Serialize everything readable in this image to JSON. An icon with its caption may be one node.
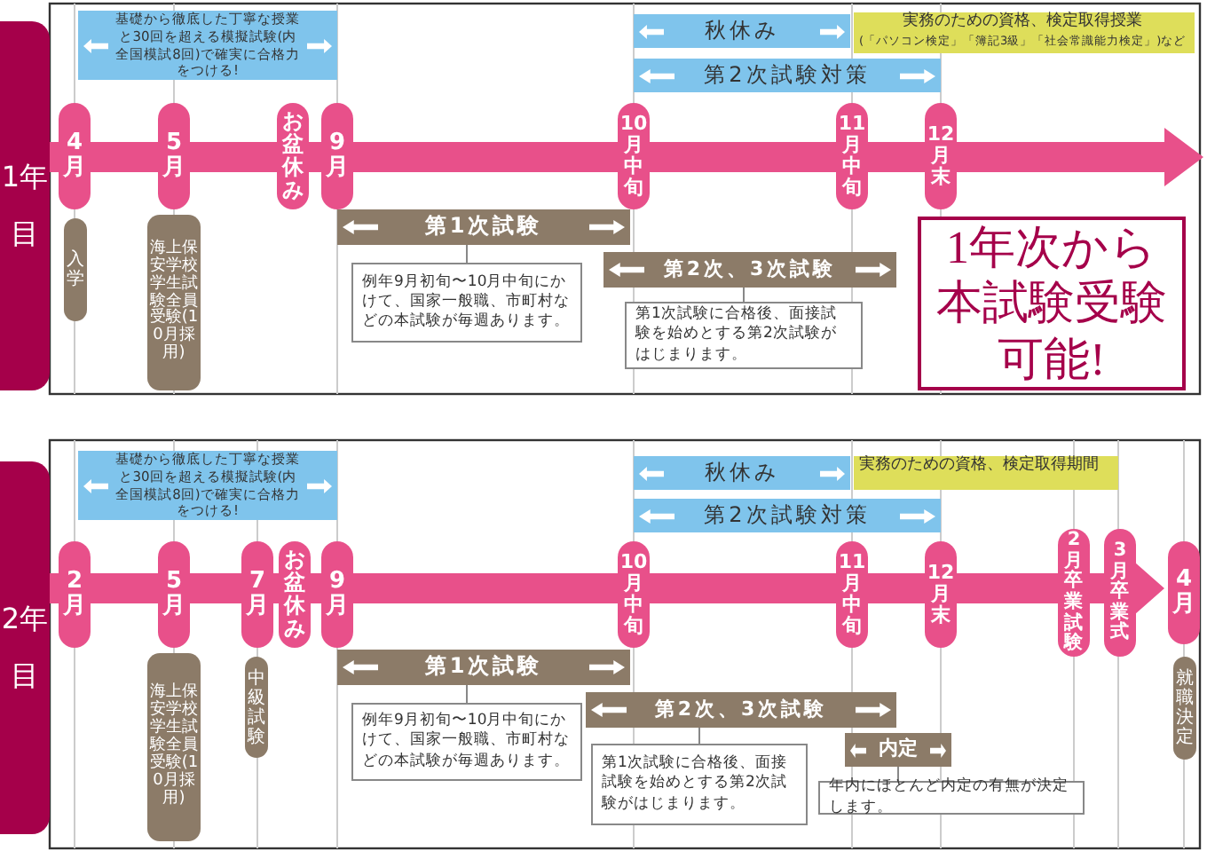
{
  "diagram": {
    "nodes": [
      {
        "text": [
          "1年目"
        ]
      },
      {
        "text": [
          "基礎から徹底した丁寧な授業と30回を超える模擬試験(内全国模試8回)で確実に合格力をつける!"
        ]
      },
      {
        "text": [
          "秋休み"
        ]
      },
      {
        "text": [
          "実務のための資格、検定取得授業",
          "(「パソコン検定」「簿記3級」「社会常識能力検定」)など"
        ]
      },
      {
        "text": [
          "第2次試験対策"
        ]
      },
      {
        "text": [
          "4月"
        ]
      },
      {
        "text": [
          "5月"
        ]
      },
      {
        "text": [
          "お盆休み"
        ]
      },
      {
        "text": [
          "9月"
        ]
      },
      {
        "text": [
          "10月中旬"
        ]
      },
      {
        "text": [
          "11月中旬"
        ]
      },
      {
        "text": [
          "12月末"
        ]
      },
      {
        "text": [
          "入学"
        ]
      },
      {
        "text": [
          "海上保安学校学生試験全員受験(10月採用)"
        ]
      },
      {
        "text": [
          "第1次試験"
        ]
      },
      {
        "text": [
          "例年9月初旬〜10月中旬にかけて、国家一般職、市町村などの本試験が毎週あります。"
        ]
      },
      {
        "text": [
          "第2次、3次試験"
        ]
      },
      {
        "text": [
          "第1次試験に合格後、面接試験を始めとする第2次試験がはじまります。"
        ]
      },
      {
        "text": [
          "1年次から本試験受験可能!"
        ]
      },
      {
        "text": [
          "2年目"
        ]
      },
      {
        "text": [
          "基礎から徹底した丁寧な授業と30回を超える模擬試験(内全国模試8回)で確実に合格力をつける!"
        ]
      },
      {
        "text": [
          "秋休み"
        ]
      },
      {
        "text": [
          "実務のための資格、検定取得期間"
        ]
      },
      {
        "text": [
          "第2次試験対策"
        ]
      },
      {
        "text": [
          "2月"
        ]
      },
      {
        "text": [
          "5月"
        ]
      },
      {
        "text": [
          "7月"
        ]
      },
      {
        "text": [
          "お盆休み"
        ]
      },
      {
        "text": [
          "9月"
        ]
      },
      {
        "text": [
          "10月中旬"
        ]
      },
      {
        "text": [
          "11月中旬"
        ]
      },
      {
        "text": [
          "12月末"
        ]
      },
      {
        "text": [
          "2月卒業試験"
        ]
      },
      {
        "text": [
          "3月卒業式"
        ]
      },
      {
        "text": [
          "4月"
        ]
      },
      {
        "text": [
          "海上保安学校学生試験全員受験(10月採用)"
        ]
      },
      {
        "text": [
          "中級試験"
        ]
      },
      {
        "text": [
          "第1次試験"
        ]
      },
      {
        "text": [
          "例年9月初旬〜10月中旬にかけて、国家一般職、市町村などの本試験が毎週あります。"
        ]
      },
      {
        "text": [
          "第2次、3次試験"
        ]
      },
      {
        "text": [
          "第1次試験に合格後、面接試験を始めとする第2次試験がはじまります。"
        ]
      },
      {
        "text": [
          "内定"
        ]
      },
      {
        "text": [
          "年内にほとんど内定の有無が決定します。"
        ]
      },
      {
        "text": [
          "就職決定"
        ]
      }
    ],
    "edges": [
      {
        "from": 14,
        "to": 15,
        "arrow": "none"
      },
      {
        "from": 16,
        "to": 17,
        "arrow": "none"
      },
      {
        "from": 37,
        "to": 38,
        "arrow": "none"
      },
      {
        "from": 39,
        "to": 40,
        "arrow": "none"
      },
      {
        "from": 41,
        "to": 42,
        "arrow": "none"
      }
    ]
  }
}
